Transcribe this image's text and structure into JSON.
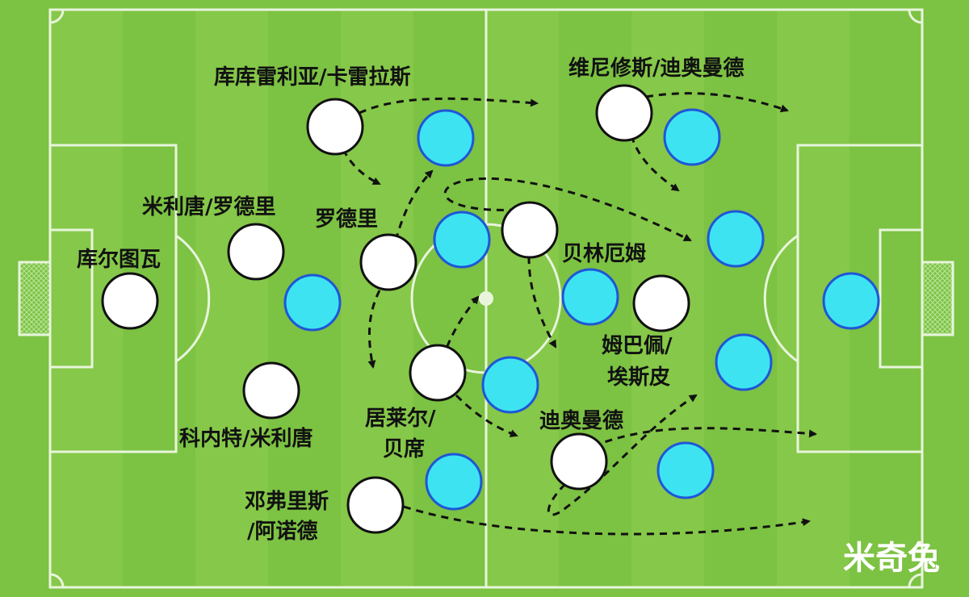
{
  "labels": {
    "koukou": "库库雷利亚/卡雷拉斯",
    "vinicius": "维尼修斯/迪奥曼德",
    "militao_r": "米利唐/罗德里",
    "rodri": "罗德里",
    "courtois": "库尔图瓦",
    "bellingham": "贝林厄姆",
    "mbappe": "姆巴佩/",
    "espi": "埃斯皮",
    "kone": "科内特/米利唐",
    "guler": "居莱尔/",
    "beixi": "贝席",
    "diomande": "迪奥曼德",
    "dengfu": "邓弗里斯",
    "arnold": "/阿诺德"
  },
  "watermark": "米奇兔",
  "colors": {
    "grass_light": "#88c94a",
    "grass_dark": "#78bd3d",
    "line": "#e8f5dc",
    "home_player": "#ffffff",
    "away_player": "#3ee3f2",
    "away_border": "#1f56d6"
  }
}
